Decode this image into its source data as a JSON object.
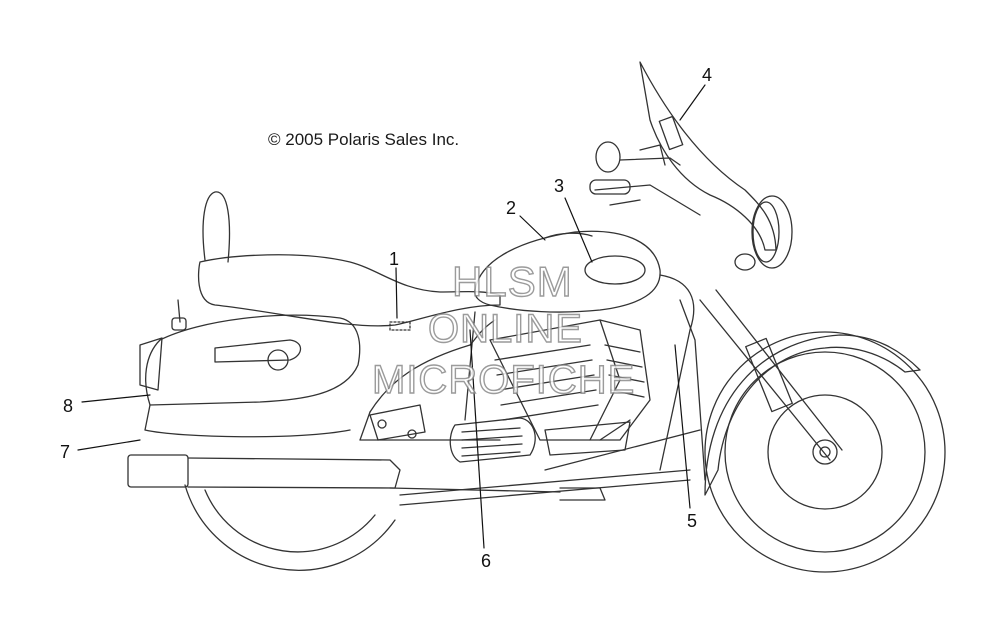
{
  "copyright": "© 2005 Polaris Sales Inc.",
  "callouts": [
    "1",
    "2",
    "3",
    "4",
    "5",
    "6",
    "7",
    "8"
  ],
  "watermark": {
    "line1": "HLSM",
    "line2": "ONLINE",
    "line3": "MICROFICHE"
  }
}
